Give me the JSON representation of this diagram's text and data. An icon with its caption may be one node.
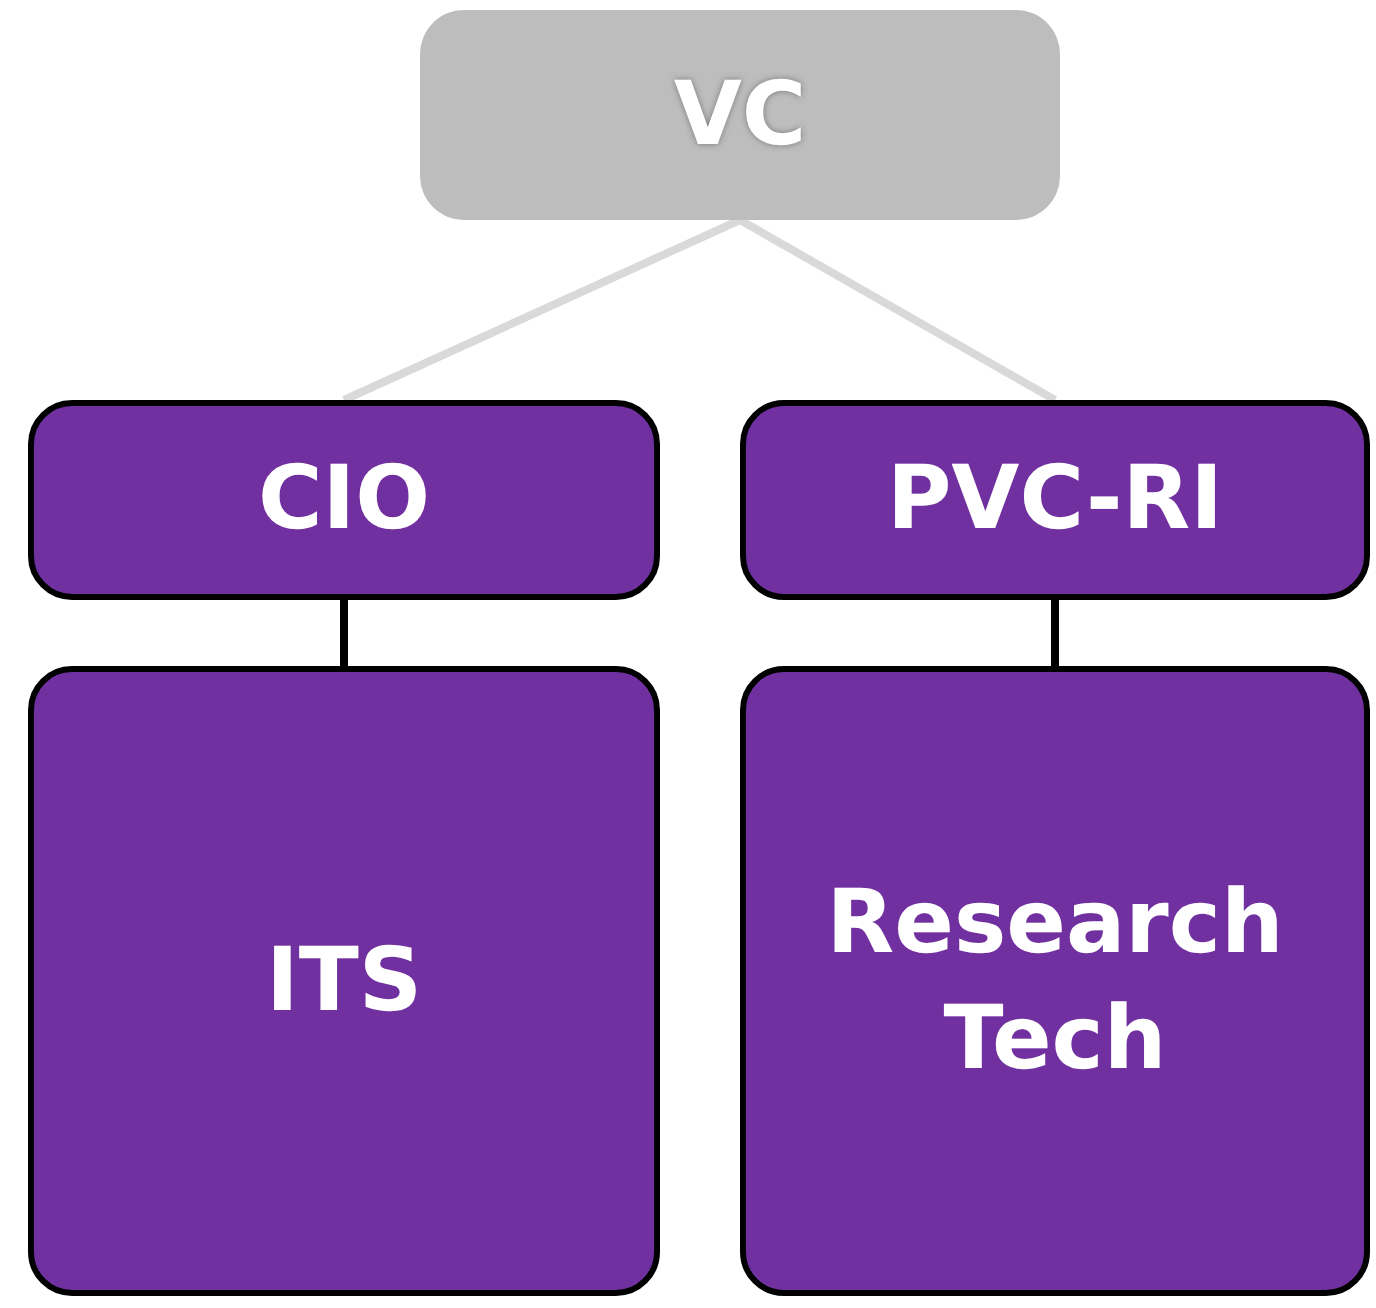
{
  "diagram": {
    "nodes": [
      {
        "text": [
          "VC"
        ]
      },
      {
        "text": [
          "CIO"
        ]
      },
      {
        "text": [
          "PVC-RI"
        ]
      },
      {
        "text": [
          "ITS"
        ]
      },
      {
        "text": [
          "Research Tech"
        ]
      }
    ],
    "edges": [
      {
        "from": 0,
        "to": 1,
        "arrow": "none",
        "color": "#d9d9d9"
      },
      {
        "from": 0,
        "to": 2,
        "arrow": "none",
        "color": "#d9d9d9"
      },
      {
        "from": 1,
        "to": 3,
        "arrow": "none",
        "color": "#000000"
      },
      {
        "from": 2,
        "to": 4,
        "arrow": "none",
        "color": "#000000"
      }
    ]
  }
}
